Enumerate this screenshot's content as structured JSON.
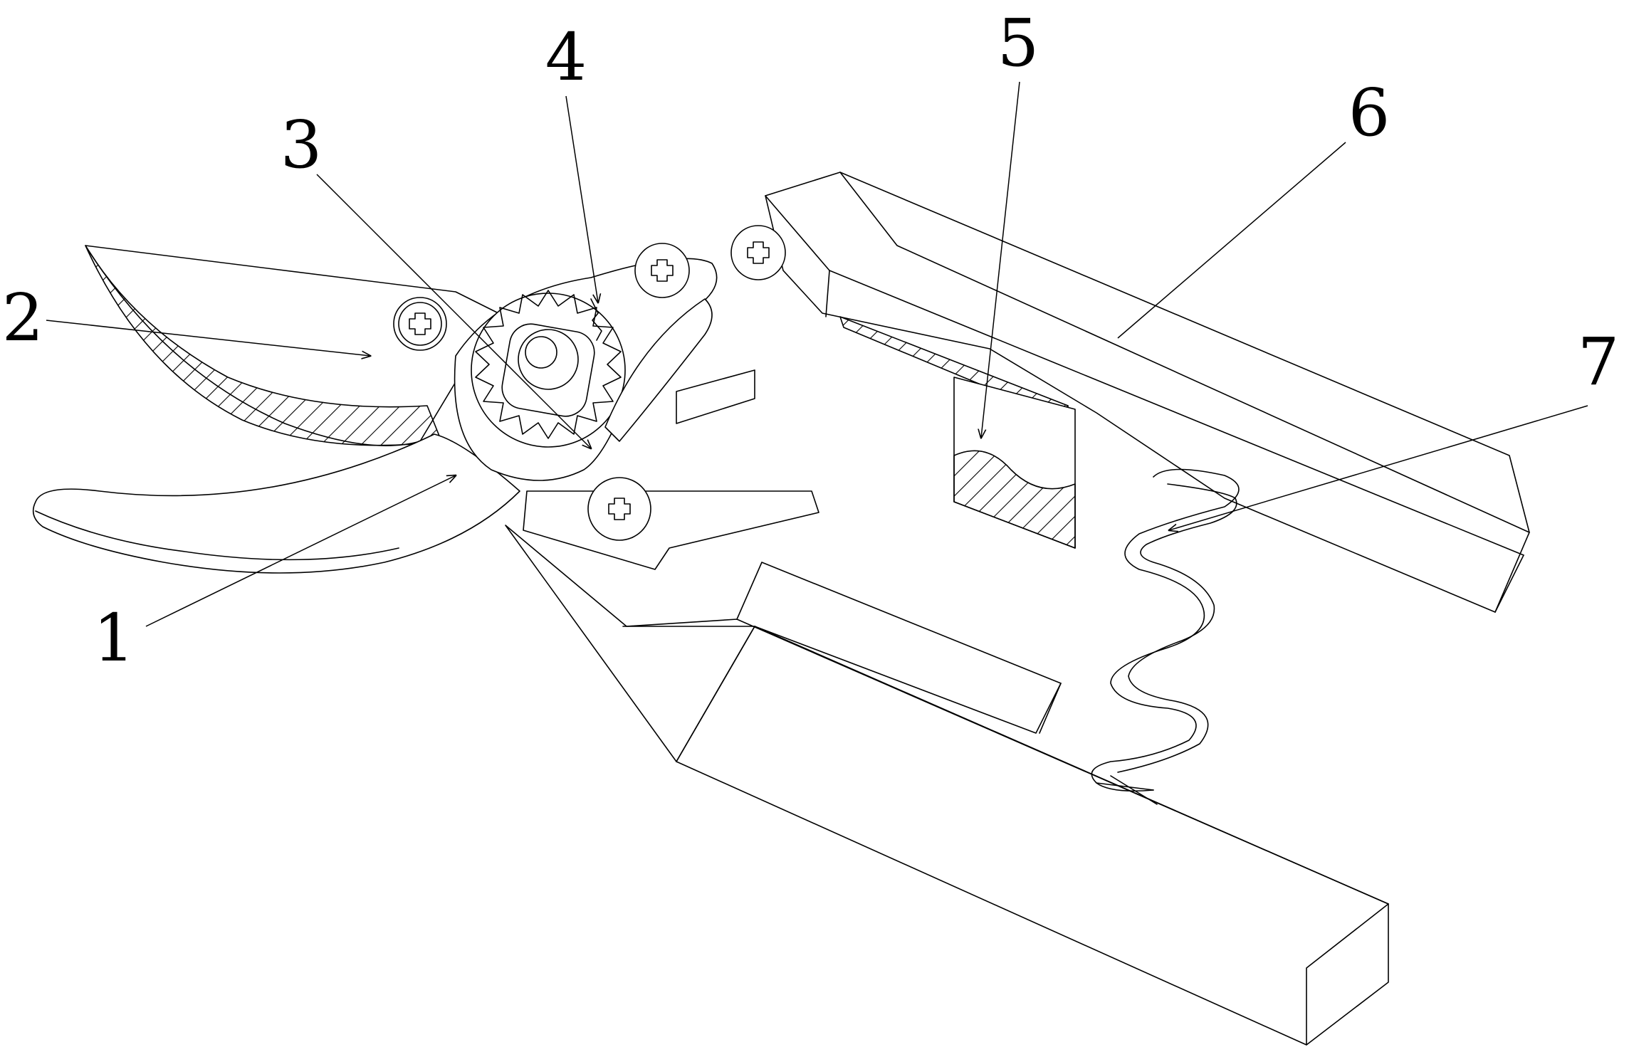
{
  "labels": [
    {
      "id": "1",
      "text": "1"
    },
    {
      "id": "2",
      "text": "2"
    },
    {
      "id": "3",
      "text": "3"
    },
    {
      "id": "4",
      "text": "4"
    },
    {
      "id": "5",
      "text": "5"
    },
    {
      "id": "6",
      "text": "6"
    },
    {
      "id": "7",
      "text": "7"
    }
  ],
  "colors": {
    "line": "#000000",
    "background": "#ffffff"
  }
}
